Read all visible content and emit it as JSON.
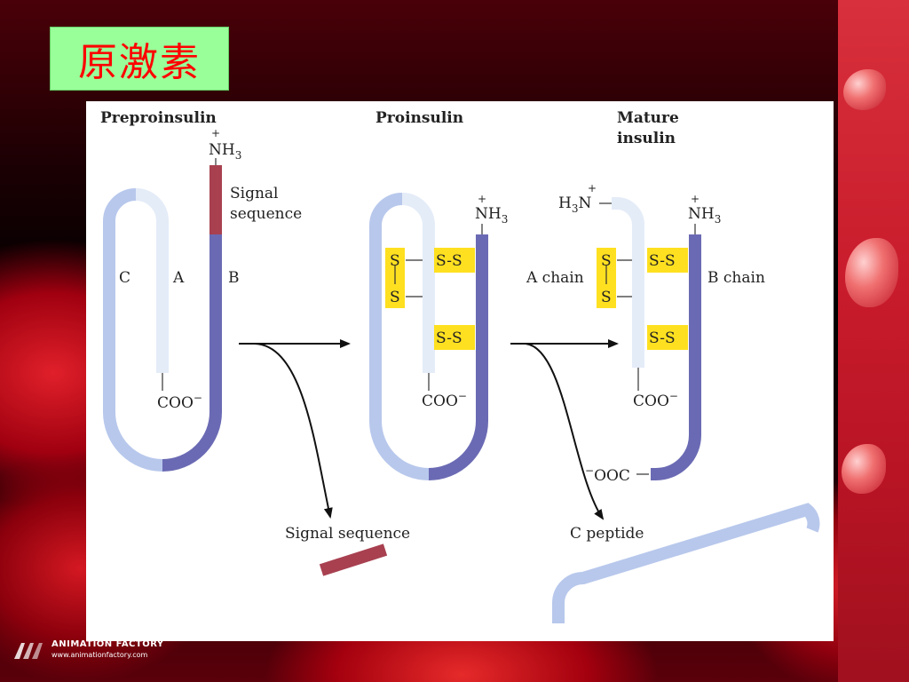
{
  "slide": {
    "title": "原激素"
  },
  "figure": {
    "headers": {
      "preproinsulin": "Preproinsulin",
      "proinsulin": "Proinsulin",
      "mature_line1": "Mature",
      "mature_line2": "insulin"
    },
    "labels": {
      "nh3": "NH",
      "nh3_sub": "3",
      "h3n_left": "H",
      "h3n_sub": "3",
      "h3n_right": "N",
      "plus": "+",
      "coo": "COO",
      "minus": "−",
      "ooc": "OOC",
      "signal_line1": "Signal",
      "signal_line2": "sequence",
      "chain_c": "C",
      "chain_a": "A",
      "chain_b": "B",
      "a_chain": "A chain",
      "b_chain": "B chain",
      "s": "S",
      "ss": "S-S",
      "signal_sequence": "Signal sequence",
      "c_peptide": "C peptide"
    },
    "colors": {
      "c_chain": "#b8c8ec",
      "a_chain": "#e4ecf8",
      "b_chain": "#6a6ab4",
      "signal": "#a84050",
      "disulfide": "#ffe020"
    }
  },
  "watermark": {
    "name": "ANIMATION FACTORY",
    "url": "www.animationfactory.com"
  }
}
